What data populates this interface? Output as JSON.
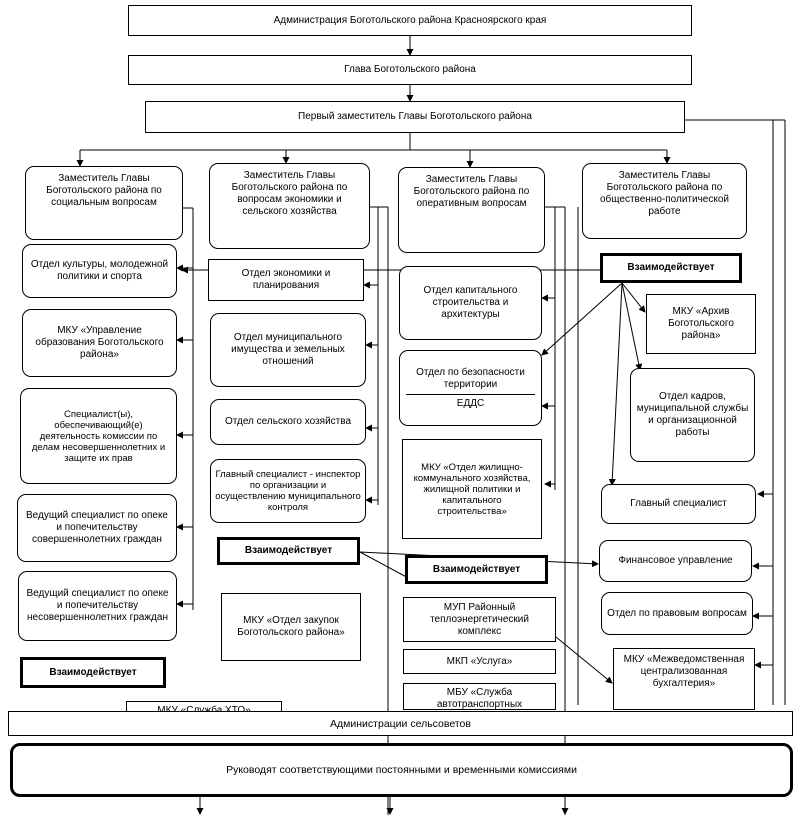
{
  "top": {
    "administration": "Администрация Боготольского района Красноярского края",
    "head": "Глава Боготольского района",
    "first_deputy": "Первый заместитель Главы Боготольского района"
  },
  "deputies": {
    "social": "Заместитель Главы Боготольского района по социальным вопросам",
    "economy": "Заместитель Главы Боготольского района по вопросам экономики и сельского хозяйства",
    "operative": "Заместитель Главы Боготольского района по оперативным вопросам",
    "public_political": "Заместитель Главы Боготольского района по общественно-политической работе"
  },
  "column_social": {
    "culture": "Отдел культуры, молодежной политики и спорта",
    "education": "МКУ «Управление образования Боготольского района»",
    "commission_specialist": "Специалист(ы), обеспечивающий(е) деятельность комиссии по делам несовершеннолетних и защите их прав",
    "guardianship_1": "Ведущий специалист по опеке и попечительству совершеннолетних граждан",
    "guardianship_2": "Ведущий специалист по опеке и попечительству несовершеннолетних граждан",
    "interacts": "Взаимодействует",
    "hto": "МКУ «Служба ХТО»"
  },
  "column_economy": {
    "economy_planning": "Отдел экономики и планирования",
    "property": "Отдел муниципального имущества и земельных отношений",
    "agriculture": "Отдел сельского хозяйства",
    "inspector": "Главный специалист - инспектор по организации и осуществлению муниципального контроля",
    "interacts": "Взаимодействует",
    "procurement": "МКУ «Отдел закупок Боготольского района»"
  },
  "column_operative": {
    "construction": "Отдел капитального строительства и архитектуры",
    "safety": "Отдел по безопасности территории",
    "edds": "ЕДДС",
    "housing": "МКУ «Отдел жилищно-коммунального хозяйства, жилищной политики и капитального строительства»",
    "interacts": "Взаимодействует",
    "heat": "МУП Районный теплоэнергетический комплекс",
    "service": "МКП «Услуга»",
    "transport": "МБУ «Служба автотранспортных"
  },
  "column_public": {
    "interacts": "Взаимодействует",
    "archive": "МКУ «Архив Боготольского района»",
    "personnel": "Отдел кадров, муниципальной службы и организационной работы",
    "chief_specialist": "Главный специалист",
    "finance": "Финансовое управление",
    "legal": "Отдел по правовым вопросам",
    "accounting": "МКУ «Межведомственная централизованная бухгалтерия»"
  },
  "bottom": {
    "rural_admins": "Администрации сельсоветов",
    "commissions": "Руководят соответствующими постоянными и временными комиссиями"
  }
}
